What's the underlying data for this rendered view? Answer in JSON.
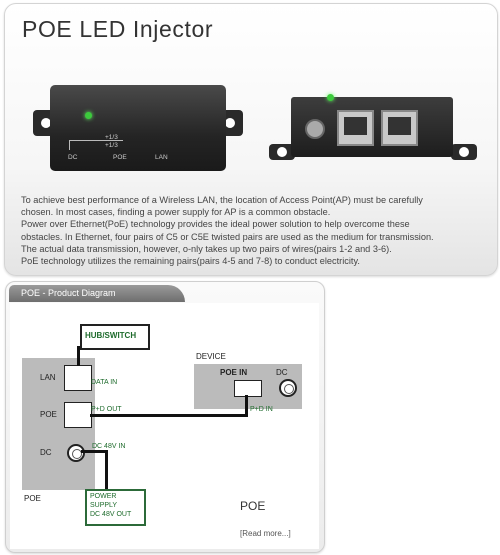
{
  "top": {
    "title": "POE LED Injector",
    "device_labels": {
      "dc": "DC",
      "poe": "POE",
      "lan": "LAN",
      "pin_plus": "+1/3",
      "pin_minus": "+1/3"
    },
    "description": [
      "To achieve best performance of a Wireless LAN, the location of Access Point(AP) must be carefully",
      "chosen. In most cases, finding a power supply for AP is a common obstacle.",
      "Power over Ethernet(PoE) technology provides the ideal power solution to help overcome these",
      "obstacles. In Ethernet, four pairs of C5 or C5E twisted pairs are used as the medium for transmission.",
      "The actual data transmission, however, o-nly takes up two pairs of wires(pairs 1-2 and 3-6).",
      "PoE technology utilizes the remaining pairs(pairs 4-5 and 7-8) to conduct electricity."
    ]
  },
  "diagram": {
    "tab_label": "POE - Product Diagram",
    "hub_switch": "HUB/SWITCH",
    "lan": "LAN",
    "poe": "POE",
    "dc": "DC",
    "data_in": "DATA IN",
    "pd_out": "P+D OUT",
    "dc_48v_in": "DC 48V IN",
    "poe_unit": "POE",
    "device": "DEVICE",
    "poe_in": "POE IN",
    "device_dc": "DC",
    "pd_in": "P+D IN",
    "power_supply": [
      "POWER",
      "SUPPLY",
      "DC 48V OUT"
    ],
    "product_name": "POE",
    "read_more": "[Read more...]"
  },
  "colors": {
    "accent_green": "#2c6a39",
    "led_green": "#3ccb3c",
    "device_gray": "#bbbbbb"
  }
}
